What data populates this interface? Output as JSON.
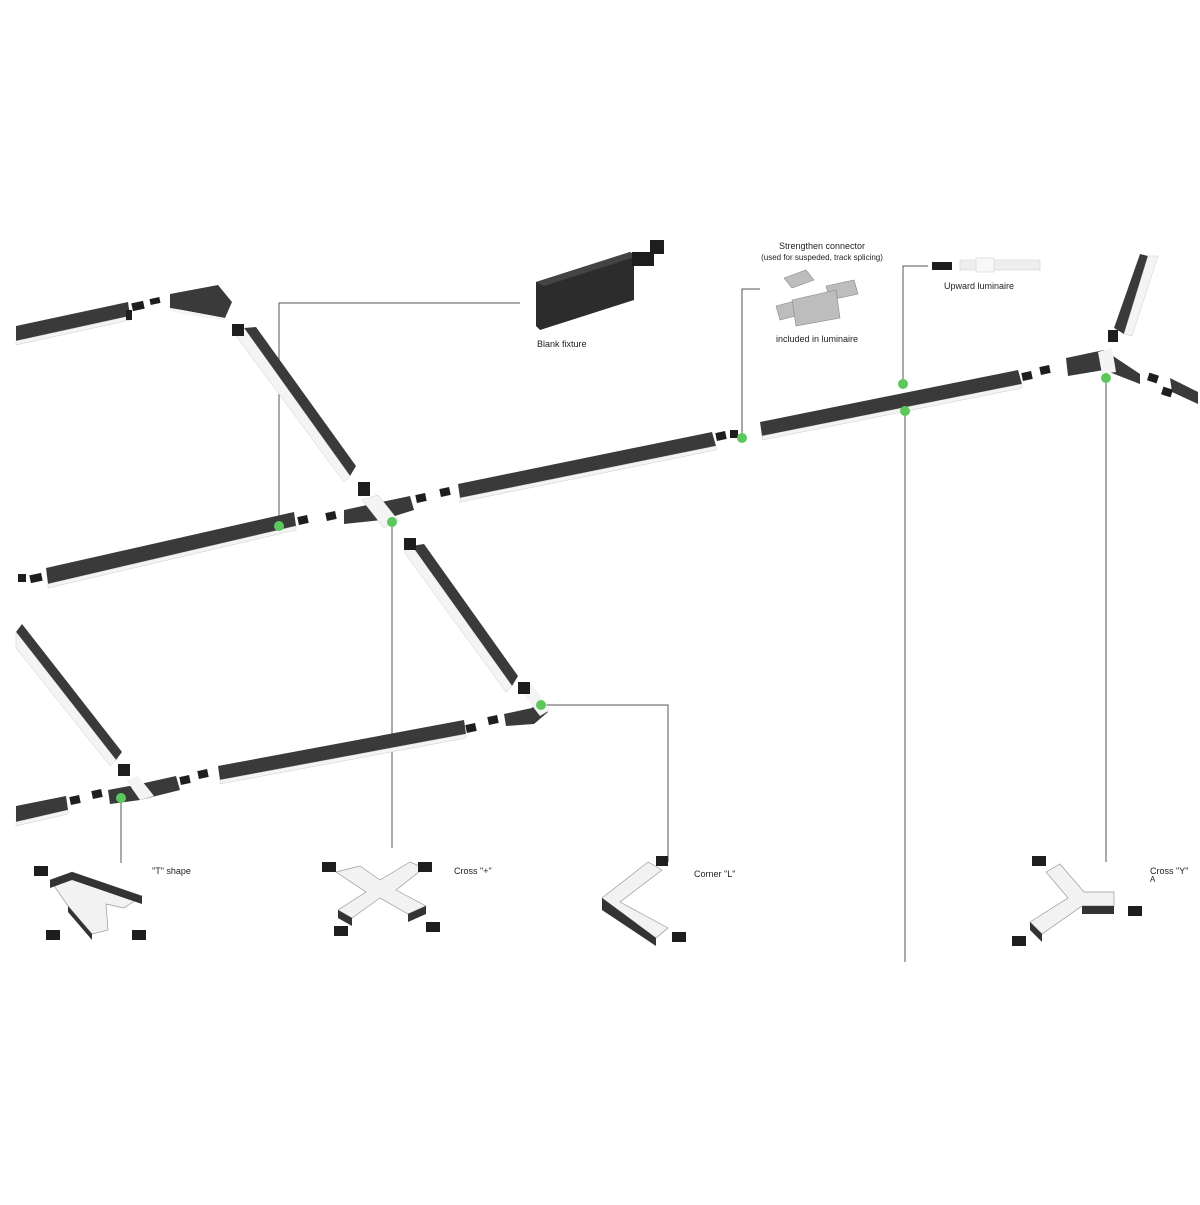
{
  "labels": {
    "blank_fixture": "Blank fixture",
    "strengthen_connector": "Strengthen connector",
    "strengthen_connector_note": "(used for suspeded, track splicing)",
    "included_in_luminaire": "included in luminaire",
    "upward_luminaire": "Upward luminaire",
    "t_shape": "\"T\" shape",
    "cross_plus": "Cross \"+\"",
    "corner_l": "Corner \"L\"",
    "cross_y": "Cross \"Y\"",
    "cross_y_sub": "A"
  },
  "colors": {
    "fixture_body": "#3a3a3a",
    "fixture_edge": "#2a2a2a",
    "diffuser": "#f4f4f4",
    "marker": "#5cc85c",
    "leader_line": "#555555",
    "connector": "#1e1e1e"
  }
}
